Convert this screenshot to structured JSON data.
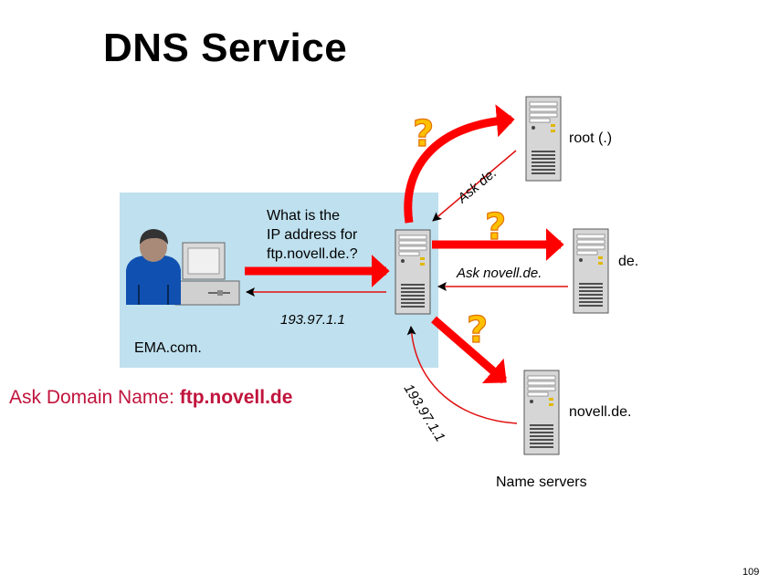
{
  "title": "DNS Service",
  "client": {
    "question_lines": [
      "What is the",
      "IP address for",
      "ftp.novell.de.?"
    ],
    "answer": "193.97.1.1",
    "domain": "EMA.com."
  },
  "servers": {
    "root_label": "root (.)",
    "de_label": "de.",
    "novell_label": "novell.de.",
    "caption": "Name servers"
  },
  "responses": {
    "root_reply": "Ask de.",
    "de_reply": "Ask novell.de.",
    "novell_reply": "193.97.1.1"
  },
  "question_mark": "?",
  "footer": {
    "ask_prefix": "Ask Domain Name: ",
    "ask_name": "ftp.novell.de",
    "page_number": "109"
  },
  "colors": {
    "client_box": "#bfe0ee",
    "arrow_red": "#ff0000",
    "thin_red": "#e01010",
    "question_fill": "#ffc000",
    "person_blue": "#1050b0",
    "ask_text": "#c0143c"
  }
}
